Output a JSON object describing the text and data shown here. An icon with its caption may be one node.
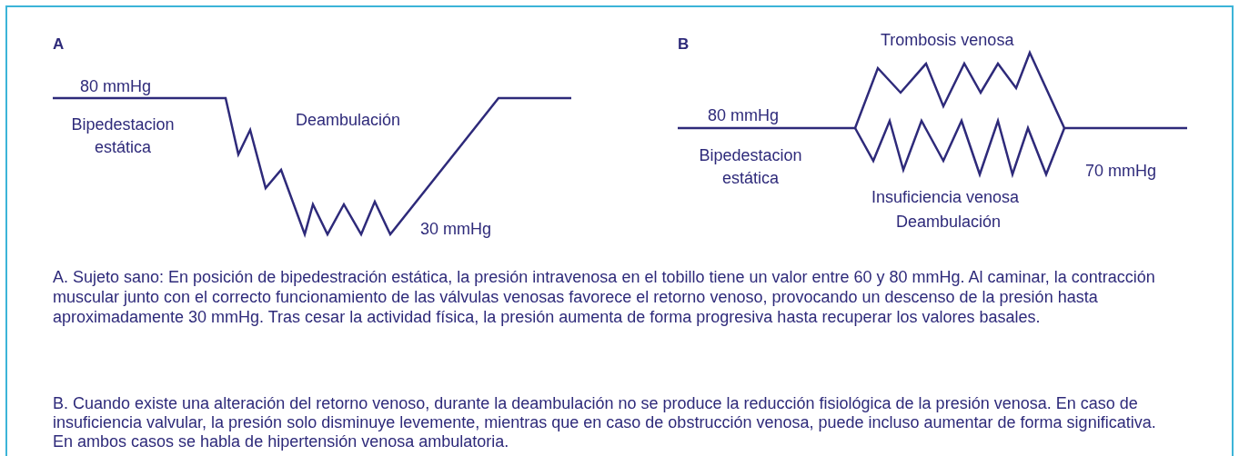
{
  "diagram": {
    "labels": [
      "A",
      "80 mmHg",
      "Bipedestacion estática",
      "Deambulación",
      "30 mmHg",
      "B",
      "Trombosis venosa",
      "80 mmHg",
      "Bipedestacion estática",
      "70 mmHg",
      "Insuficiencia venosa",
      "Deambulación",
      "A. Sujeto sano: En posición de bipedestración estática, la presión intravenosa en el tobillo tiene un valor entre 60 y 80 mmHg. Al caminar, la contracción muscular junto con el correcto funcionamiento de las válvulas venosas favorece el retorno venoso, provocando un descenso de la presión hasta aproximadamente 30 mmHg. Tras cesar la actividad física, la presión aumenta de forma progresiva hasta recuperar los valores basales.",
      "B. Cuando existe una alteración del retorno venoso, durante la deambulación no se produce la reducción fisiológica de la presión venosa. En caso de insuficiencia valvular, la presión solo disminuye levemente, mientras que en caso de obstrucción venosa, puede incluso aumentar de forma significativa. En ambos casos se habla de hipertensión venosa ambulatoria."
    ]
  }
}
